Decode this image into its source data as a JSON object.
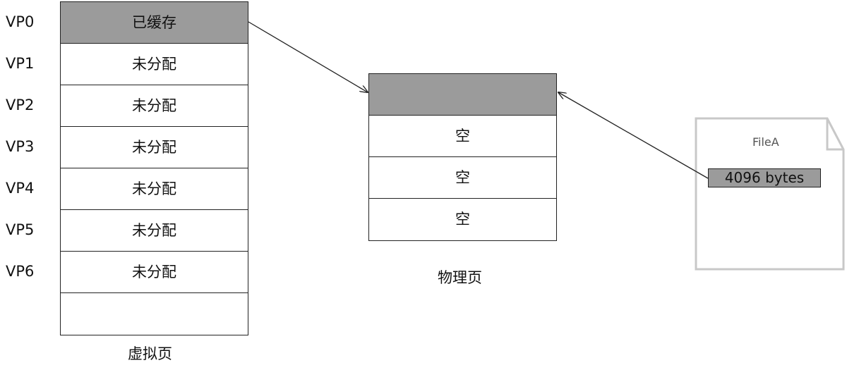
{
  "virtual": {
    "labels": [
      "VP0",
      "VP1",
      "VP2",
      "VP3",
      "VP4",
      "VP5",
      "VP6"
    ],
    "rows": [
      "已缓存",
      "未分配",
      "未分配",
      "未分配",
      "未分配",
      "未分配",
      "未分配",
      ""
    ],
    "caption": "虚拟页"
  },
  "physical": {
    "rows": [
      "",
      "空",
      "空",
      "空"
    ],
    "caption": "物理页"
  },
  "file": {
    "name": "FileA",
    "bytes": "4096 bytes"
  },
  "colors": {
    "filled": "#9b9b9b",
    "border": "#222222",
    "file_outline": "#c8c8c8"
  }
}
